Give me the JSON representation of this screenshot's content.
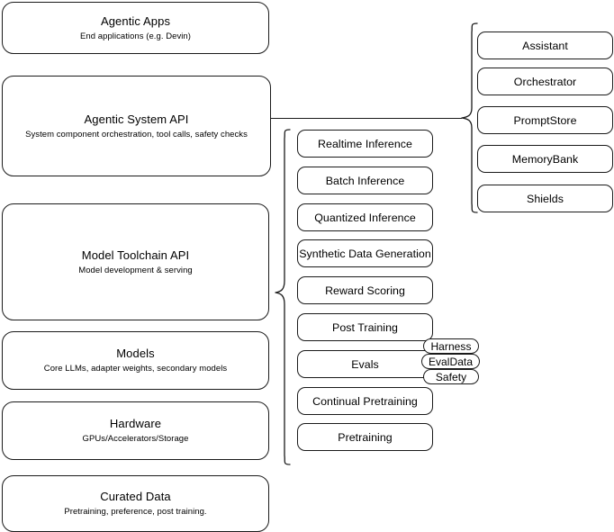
{
  "diagram": {
    "stack_layers": [
      {
        "title": "Agentic Apps",
        "subtitle": "End applications (e.g. Devin)"
      },
      {
        "title": "Agentic System API",
        "subtitle": "System component orchestration, tool calls, safety checks"
      },
      {
        "title": "Model Toolchain API",
        "subtitle": "Model development & serving"
      },
      {
        "title": "Models",
        "subtitle": "Core LLMs, adapter weights, secondary models"
      },
      {
        "title": "Hardware",
        "subtitle": "GPUs/Accelerators/Storage"
      },
      {
        "title": "Curated Data",
        "subtitle": "Pretraining, preference, post training."
      }
    ],
    "toolchain_capabilities": [
      {
        "label": "Realtime Inference"
      },
      {
        "label": "Batch Inference"
      },
      {
        "label": "Quantized Inference"
      },
      {
        "label": "Synthetic Data Generation"
      },
      {
        "label": "Reward Scoring"
      },
      {
        "label": "Post Training"
      },
      {
        "label": "Evals"
      },
      {
        "label": "Continual Pretraining"
      },
      {
        "label": "Pretraining"
      }
    ],
    "eval_badges": [
      {
        "label": "Harness"
      },
      {
        "label": "EvalData"
      },
      {
        "label": "Safety"
      }
    ],
    "system_components": [
      {
        "label": "Assistant"
      },
      {
        "label": "Orchestrator"
      },
      {
        "label": "PromptStore"
      },
      {
        "label": "MemoryBank"
      },
      {
        "label": "Shields"
      }
    ],
    "colors": {
      "stroke": "#1a1a1a",
      "background": "#ffffff",
      "text": "#000000"
    }
  }
}
